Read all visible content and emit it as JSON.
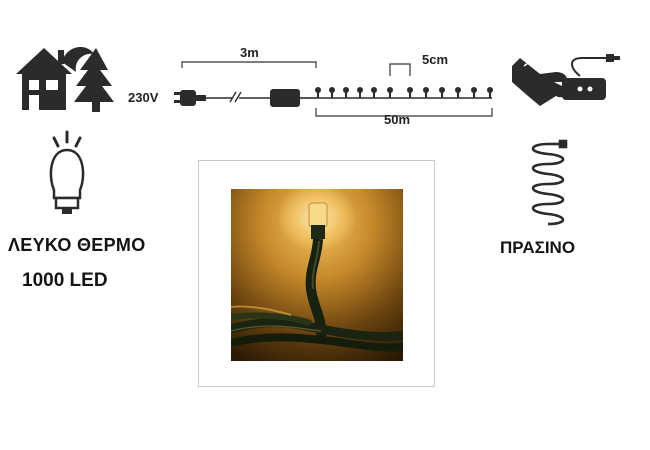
{
  "diagram": {
    "length_lead": "3m",
    "spacing": "5cm",
    "length_total": "50m",
    "voltage": "230V"
  },
  "specs": {
    "color_name": "ΛΕΥΚΟ ΘΕΡΜΟ",
    "led_count": "1000 LED",
    "cable_color": "ΠΡΑΣΙΝΟ"
  },
  "icons": {
    "usage": "indoor-outdoor-house-tree-icon",
    "connection": "hand-plug-connector-icon",
    "bulb": "led-bulb-icon",
    "cable": "coiled-cable-icon"
  },
  "colors": {
    "icon_dark": "#2b2b2b",
    "glow": "#f2b040"
  }
}
